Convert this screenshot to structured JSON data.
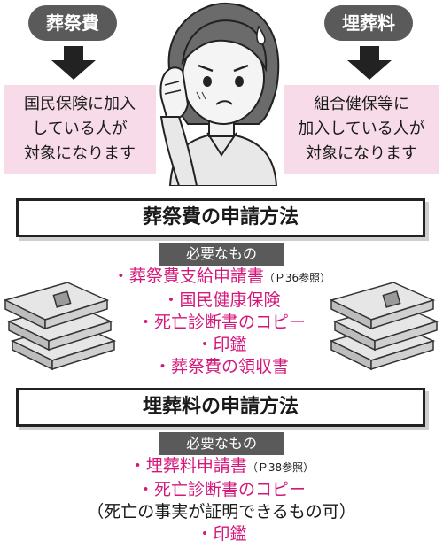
{
  "left": {
    "label": "葬祭費",
    "desc_lines": [
      "国民保険に加入",
      "している人が",
      "対象になります"
    ]
  },
  "right": {
    "label": "埋葬料",
    "desc_lines": [
      "組合健保等に",
      "加入している人が",
      "対象になります"
    ]
  },
  "section1": {
    "title": "葬祭費の申請方法",
    "sub": "必要なもの",
    "items": [
      {
        "text": "・葬祭費支給申請書",
        "note": "（Ｐ36参照）"
      },
      {
        "text": "・国民健康保険",
        "note": ""
      },
      {
        "text": "・死亡診断書のコピー",
        "note": ""
      },
      {
        "text": "・印鑑",
        "note": ""
      },
      {
        "text": "・葬祭費の領収書",
        "note": ""
      }
    ]
  },
  "section2": {
    "title": "埋葬料の申請方法",
    "sub": "必要なもの",
    "items": [
      {
        "text": "・埋葬料申請書",
        "note": "（Ｐ38参照）"
      },
      {
        "text": "・死亡診断書のコピー",
        "note": ""
      }
    ],
    "paren": "（死亡の事実が証明できるもの可）",
    "last": "・印鑑"
  },
  "colors": {
    "accent": "#d4177a",
    "pink_box": "#f7dbe8",
    "dark": "#5a5a5a"
  },
  "icons": [
    "down-arrow-icon",
    "worried-woman-illustration",
    "money-stack-icon"
  ]
}
